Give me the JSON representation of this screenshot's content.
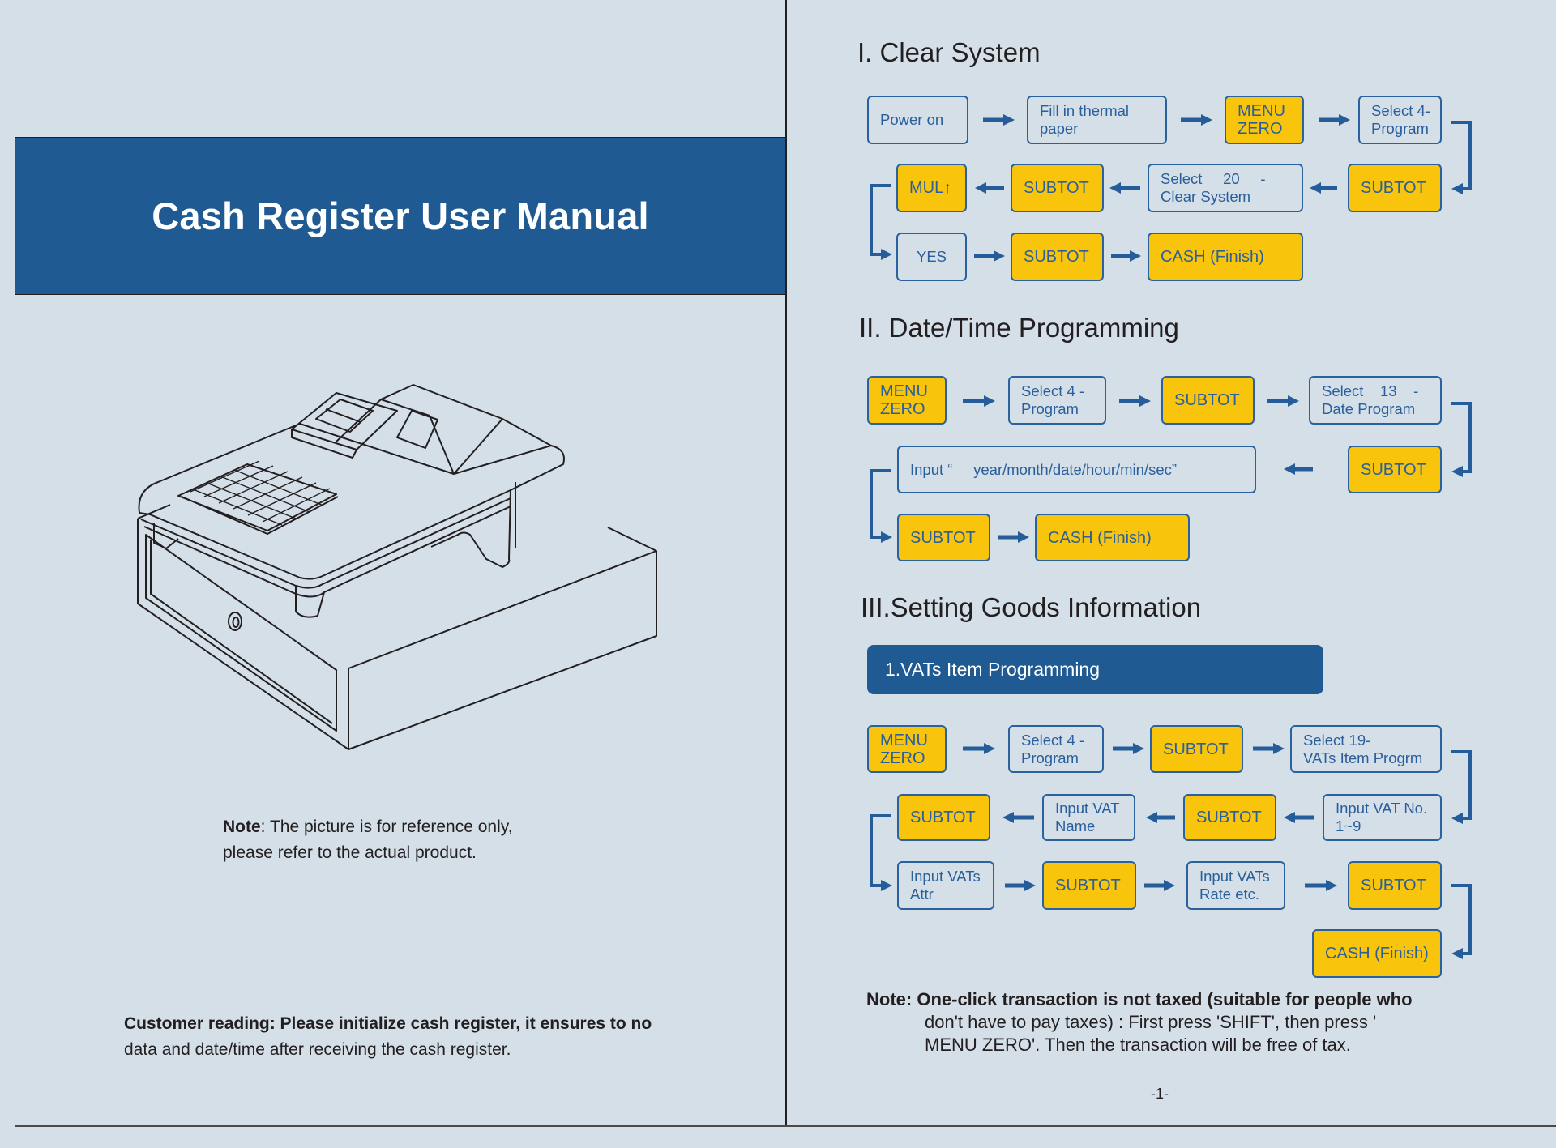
{
  "left_page": {
    "title": "Cash Register User Manual",
    "illustration": "cash-register-line-drawing",
    "reference_note": {
      "label": "Note",
      "line1": ": The picture is for reference only,",
      "line2": "please refer to the actual product."
    },
    "customer_reading": {
      "label": "Customer reading",
      "bold_text": ": Please initialize cash register, it ensures to no",
      "text": "data and date/time after receiving the cash register."
    }
  },
  "right_page": {
    "colors": {
      "key_fill": "#f8c50c",
      "box_border": "#2a62a0",
      "banner": "#1f5a92",
      "arrow": "#245d99"
    },
    "sections": [
      {
        "title": "I.   Clear System",
        "steps": [
          [
            "Power on"
          ],
          [
            "Fill in thermal",
            "paper"
          ],
          [
            "MENU",
            "ZERO"
          ],
          [
            "Select 4-",
            "Program"
          ],
          [
            "SUBTOT"
          ],
          [
            "Select     20     -",
            "Clear System"
          ],
          [
            "SUBTOT"
          ],
          [
            "MUL↑"
          ],
          [
            "YES"
          ],
          [
            "SUBTOT"
          ],
          [
            "CASH (Finish)"
          ]
        ]
      },
      {
        "title": "II.  Date/Time Programming",
        "steps": [
          [
            "MENU",
            "ZERO"
          ],
          [
            "Select 4 -",
            "Program"
          ],
          [
            "SUBTOT"
          ],
          [
            "Select    13    -",
            "Date Program"
          ],
          [
            "SUBTOT"
          ],
          [
            "Input “     year/month/date/hour/min/sec”"
          ],
          [
            "SUBTOT"
          ],
          [
            "CASH (Finish)"
          ]
        ]
      },
      {
        "title": "III.Setting Goods Information",
        "subsection": "1.VATs Item Programming",
        "steps": [
          [
            "MENU",
            "ZERO"
          ],
          [
            "Select 4 -",
            "Program"
          ],
          [
            "SUBTOT"
          ],
          [
            "Select 19-",
            "VATs Item Progrm"
          ],
          [
            "Input VAT No.",
            "1~9"
          ],
          [
            "SUBTOT"
          ],
          [
            "Input VAT",
            "Name"
          ],
          [
            "SUBTOT"
          ],
          [
            "Input VATs",
            "Attr"
          ],
          [
            "SUBTOT"
          ],
          [
            "Input VATs",
            "Rate etc."
          ],
          [
            "SUBTOT"
          ],
          [
            "CASH (Finish)"
          ]
        ]
      }
    ],
    "note": {
      "label": "Note",
      "bold_text": ": One-click transaction is not taxed (suitable for people who",
      "line2": "don't have to pay taxes) : First press 'SHIFT', then press '",
      "line3": "MENU ZERO'. Then the transaction will be free of tax."
    },
    "page_number": "-1-"
  }
}
